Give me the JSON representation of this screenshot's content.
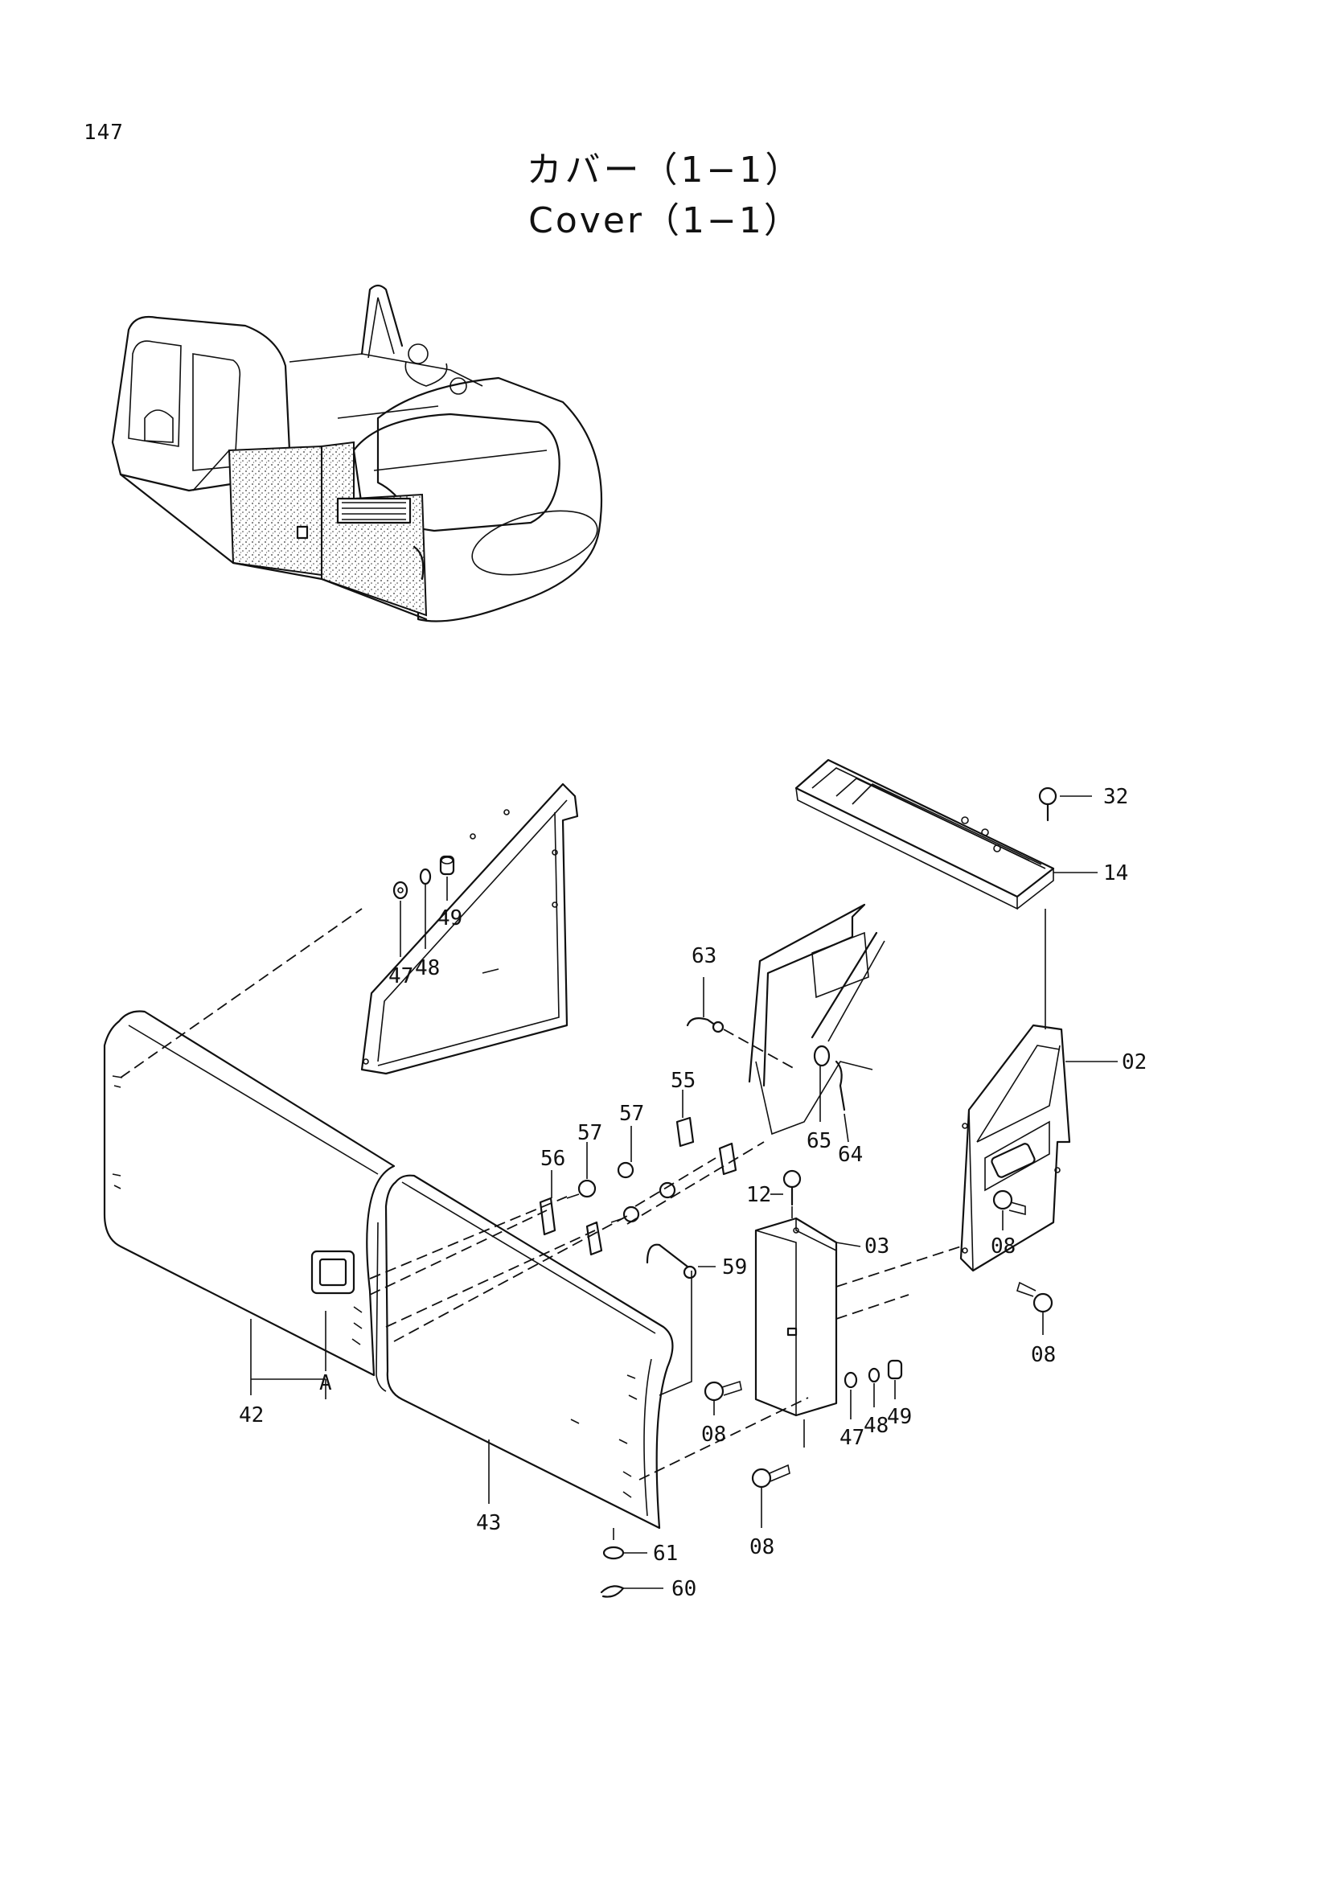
{
  "page_number": "147",
  "title_jp": "カバー（1−1）",
  "title_en": "Cover（1−1）",
  "callouts": {
    "c32": "32",
    "c14": "14",
    "c02": "02",
    "c03": "03",
    "c08a": "08",
    "c08b": "08",
    "c08c": "08",
    "c08d": "08",
    "c12": "12",
    "c42": "42",
    "cA": "A",
    "c43": "43",
    "c47a": "47",
    "c48a": "48",
    "c49a": "49",
    "c47b": "47",
    "c48b": "48",
    "c49b": "49",
    "c55": "55",
    "c56": "56",
    "c57": "57",
    "c59": "59",
    "c60": "60",
    "c61": "61",
    "c63": "63",
    "c64": "64",
    "c65": "65"
  }
}
